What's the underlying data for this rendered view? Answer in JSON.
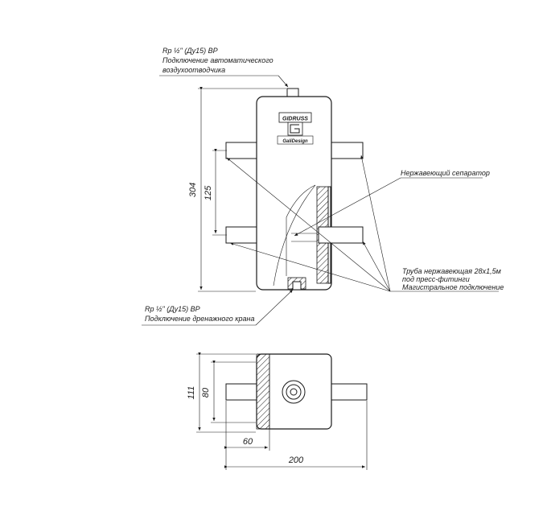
{
  "front_view": {
    "air_vent_note": {
      "line1": "Rp ½\" (Ду15) ВР",
      "line2": "Подключение автоматического",
      "line3": "воздухоотводчика"
    },
    "drain_note": {
      "line1": "Rp ½\" (Ду15) ВР",
      "line2": "Подключение дренажного крана"
    },
    "separator_note": "Нержавеющий сепаратор",
    "pipe_note": {
      "line1": "Труба нержавеющая 28x1,5м",
      "line2": "под пресс-фитинги",
      "line3": "Магистральное подключение"
    },
    "logo": {
      "brand": "GIDRUSS",
      "sub": "GaliDesign"
    },
    "dim_height": "304",
    "dim_pipe_spacing": "125"
  },
  "top_view": {
    "dim_depth": "111",
    "dim_body": "80",
    "dim_offset": "60",
    "dim_width": "200"
  }
}
